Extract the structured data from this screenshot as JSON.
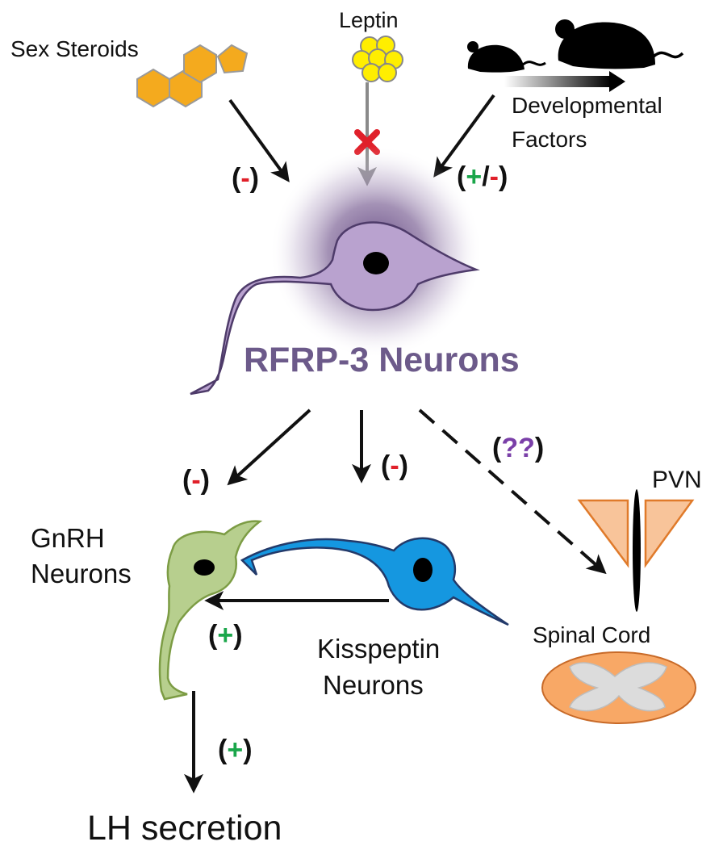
{
  "inputs": {
    "sex_steroids": "Sex Steroids",
    "leptin": "Leptin",
    "developmental_line1": "Developmental",
    "developmental_line2": "Factors"
  },
  "effects": {
    "sex_steroids": {
      "open": "(",
      "sign": "-",
      "close": ")"
    },
    "developmental": {
      "open": "(",
      "plus": "+",
      "slash": "/",
      "minus": "-",
      "close": ")"
    },
    "gnrh_from_rfrp": {
      "open": "(",
      "sign": "-",
      "close": ")"
    },
    "kiss_from_rfrp": {
      "open": "(",
      "sign": "-",
      "close": ")"
    },
    "pvn_unknown": {
      "open": "(",
      "sign": "??",
      "close": ")"
    },
    "kiss_to_gnrh": {
      "open": "(",
      "sign": "+",
      "close": ")"
    },
    "lh": {
      "open": "(",
      "sign": "+",
      "close": ")"
    }
  },
  "center": {
    "title": "RFRP-3 Neurons"
  },
  "targets": {
    "gnrh_line1": "GnRH",
    "gnrh_line2": "Neurons",
    "kiss_line1": "Kisspeptin",
    "kiss_line2": "Neurons",
    "pvn": "PVN",
    "spinal": "Spinal Cord",
    "lh": "LH secretion"
  },
  "colors": {
    "inhibit": "#e0202a",
    "excite": "#1aa64a",
    "unknown": "#7a3fa8",
    "rfrp": "#b9a2cf",
    "rfrp_title": "#6c5a8a",
    "gnrh": "#b7cf8e",
    "kiss": "#1597e0",
    "steroid": "#f4aa1e",
    "leptin": "#ffee00",
    "pvn": "#f8c49a"
  }
}
